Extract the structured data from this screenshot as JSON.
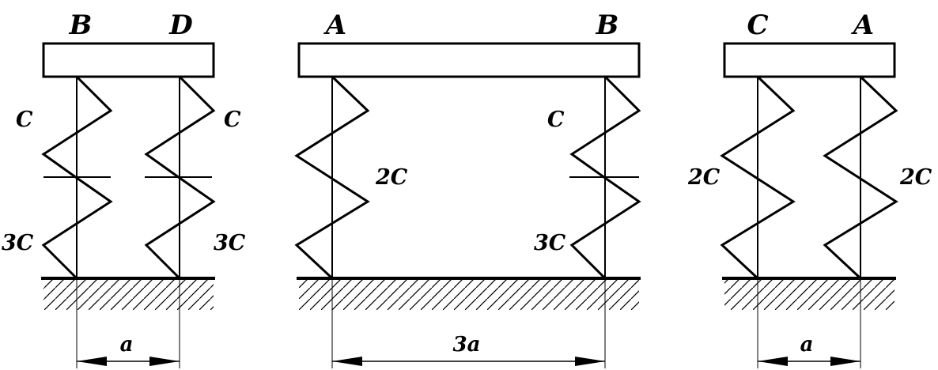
{
  "panels": [
    {
      "top_labels": [
        "B",
        "D"
      ],
      "spring_labels": [
        "C",
        "C",
        "3C",
        "3C"
      ],
      "dimension_label": "a"
    },
    {
      "top_labels": [
        "A",
        "B"
      ],
      "spring_labels": [
        "2C",
        "C",
        "3C"
      ],
      "dimension_label": "3a"
    },
    {
      "top_labels": [
        "C",
        "A"
      ],
      "spring_labels": [
        "2C",
        "2C"
      ],
      "dimension_label": "a"
    }
  ]
}
